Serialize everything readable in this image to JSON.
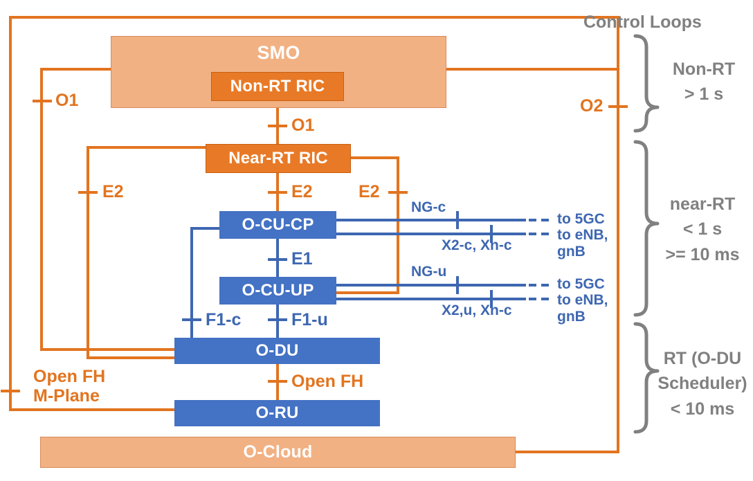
{
  "diagram": {
    "title": "O-RAN architecture with control loops",
    "colors": {
      "peach": "#F2B183",
      "orange": "#E87A27",
      "blue": "#4472C4",
      "gray": "#808080",
      "orange_text": "#E2741F",
      "blue_text": "#3E67B1"
    }
  },
  "nodes": {
    "smo": "SMO",
    "non_rt_ric": "Non-RT RIC",
    "near_rt_ric": "Near-RT RIC",
    "o_cu_cp": "O-CU-CP",
    "o_cu_up": "O-CU-UP",
    "o_du": "O-DU",
    "o_ru": "O-RU",
    "o_cloud": "O-Cloud"
  },
  "interfaces": {
    "o1_left": "O1",
    "o1_center": "O1",
    "o2": "O2",
    "e2_center": "E2",
    "e2_left": "E2",
    "e2_right": "E2",
    "e1": "E1",
    "f1c": "F1-c",
    "f1u": "F1-u",
    "open_fh": "Open FH",
    "open_fh_mplane": "Open FH\nM-Plane"
  },
  "external": {
    "ng_c": "NG-c",
    "x2c_xnc": "X2-c, Xn-c",
    "ng_u": "NG-u",
    "x2u_xnc": "X2,u, Xn-c",
    "to_5gc_cp": "to 5GC",
    "to_enb_gnb_cp": "to eNB,\ngnB",
    "to_5gc_up": "to 5GC",
    "to_enb_gnb_up": "to eNB,\ngnB"
  },
  "control_loops": {
    "heading": "Control Loops",
    "loops": [
      {
        "name": "non-rt",
        "lines": [
          "Non-RT",
          "> 1 s"
        ]
      },
      {
        "name": "near-rt",
        "lines": [
          "near-RT",
          "< 1 s",
          ">= 10 ms"
        ]
      },
      {
        "name": "rt",
        "lines": [
          "RT (O-DU",
          "Scheduler)",
          "< 10 ms"
        ]
      }
    ],
    "non_rt_text": "Non-RT\n> 1 s",
    "near_rt_text": "near-RT\n< 1 s\n>= 10 ms",
    "rt_text": "RT (O-DU\nScheduler)\n< 10 ms"
  }
}
